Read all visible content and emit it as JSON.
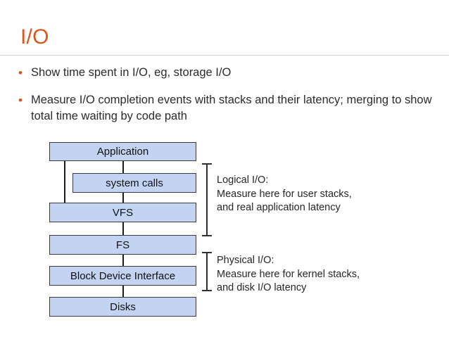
{
  "slide": {
    "title": "I/O",
    "title_color": "#d9541e",
    "background": "#ffffff"
  },
  "bullets": [
    {
      "marker": "•",
      "text": "Show time spent in I/O, eg, storage I/O"
    },
    {
      "marker": "•",
      "text": "Measure I/O completion events with stacks and their latency; merging to show total time waiting by code path"
    }
  ],
  "diagram": {
    "box_fill": "#c3d4f2",
    "box_border": "#3a3a3a",
    "nodes": [
      {
        "id": "application",
        "label": "Application"
      },
      {
        "id": "system-calls",
        "label": "system calls"
      },
      {
        "id": "vfs",
        "label": "VFS"
      },
      {
        "id": "fs",
        "label": "FS"
      },
      {
        "id": "block-device",
        "label": "Block Device Interface"
      },
      {
        "id": "disks",
        "label": "Disks"
      }
    ],
    "annotations": [
      {
        "id": "logical",
        "heading": "Logical I/O:",
        "line2": "Measure here for user stacks,",
        "line3": "and real application latency"
      },
      {
        "id": "physical",
        "heading": "Physical I/O:",
        "line2": "Measure here for kernel stacks,",
        "line3": "and disk I/O latency"
      }
    ]
  }
}
